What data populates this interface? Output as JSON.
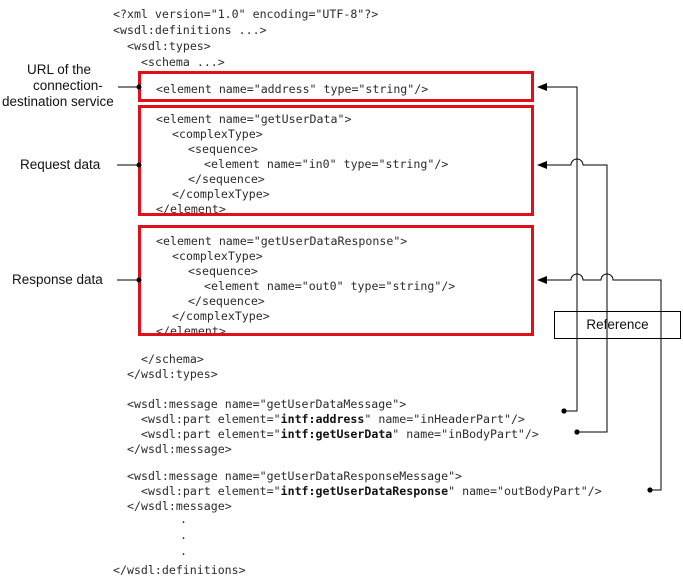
{
  "code": {
    "l01": "<?xml version=\"1.0\" encoding=\"UTF-8\"?>",
    "l02": "<wsdl:definitions ...>",
    "l03": "<wsdl:types>",
    "l04": "<schema ...>",
    "l05": "<element name=\"address\" type=\"string\"/>",
    "l06": "<element name=\"getUserData\">",
    "l07": "<complexType>",
    "l08": "<sequence>",
    "l09": "<element name=\"in0\" type=\"string\"/>",
    "l10": "</sequence>",
    "l11": "</complexType>",
    "l12": "</element>",
    "l13": "<element name=\"getUserDataResponse\">",
    "l14": "<complexType>",
    "l15": "<sequence>",
    "l16": "<element name=\"out0\" type=\"string\"/>",
    "l17": "</sequence>",
    "l18": "</complexType>",
    "l19": "</element>",
    "l20": "</schema>",
    "l21": "</wsdl:types>",
    "l22": "<wsdl:message name=\"getUserDataMessage\">",
    "l23a": "<wsdl:part element=\"",
    "l23b": "intf:address",
    "l23c": "\" name=\"inHeaderPart\"/>",
    "l24a": "<wsdl:part element=\"",
    "l24b": "intf:getUserData",
    "l24c": "\" name=\"inBodyPart\"/>",
    "l25": "</wsdl:message>",
    "l26": "<wsdl:message name=\"getUserDataResponseMessage\">",
    "l27a": "<wsdl:part element=\"",
    "l27b": "intf:getUserDataResponse",
    "l27c": "\" name=\"outBodyPart\"/>",
    "l28": "</wsdl:message>",
    "dot1": ".",
    "dot2": ".",
    "dot3": ".",
    "l29": "</wsdl:definitions>"
  },
  "labels": {
    "url": "URL of the",
    "url2": "connection-",
    "url3": "destination service",
    "request": "Request data",
    "response": "Response data",
    "reference": "Reference"
  },
  "colors": {
    "highlight": "#e0101a",
    "line": "#000000"
  }
}
